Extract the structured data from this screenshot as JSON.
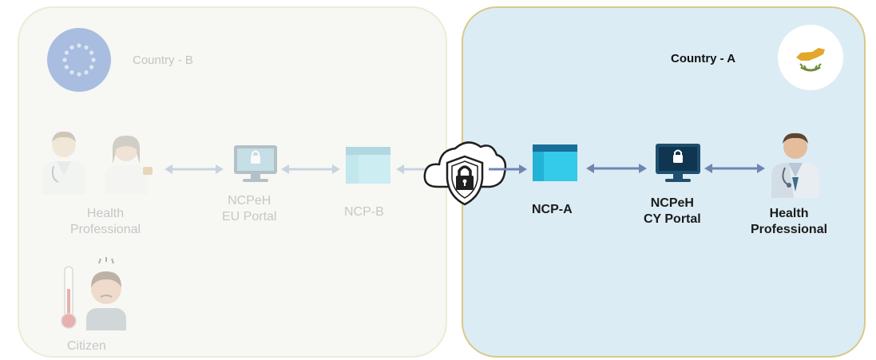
{
  "country_b": {
    "title": "Country - B",
    "health_professional": "Health\nProfessional",
    "portal": "NCPeH\nEU Portal",
    "ncp": "NCP-B",
    "citizen": "Citizen"
  },
  "country_a": {
    "title": "Country - A",
    "ncp": "NCP-A",
    "portal": "NCPeH\nCY Portal",
    "health_professional": "Health\nProfessional"
  },
  "colors": {
    "panel_a_bg": "#dcecf4",
    "panel_b_bg": "#f7f8f3",
    "ncp_blue": "#2ec4e2",
    "arrow": "#6f86b3",
    "arrow_faded": "#c8d3e2",
    "eu_blue": "#a9bde0"
  },
  "icons": [
    "eu-flag-icon",
    "cyprus-flag-icon",
    "doctor-icon",
    "nurse-icon",
    "computer-lock-icon",
    "server-window-icon",
    "cloud-shield-lock-icon",
    "thermometer-icon",
    "sick-person-icon"
  ]
}
